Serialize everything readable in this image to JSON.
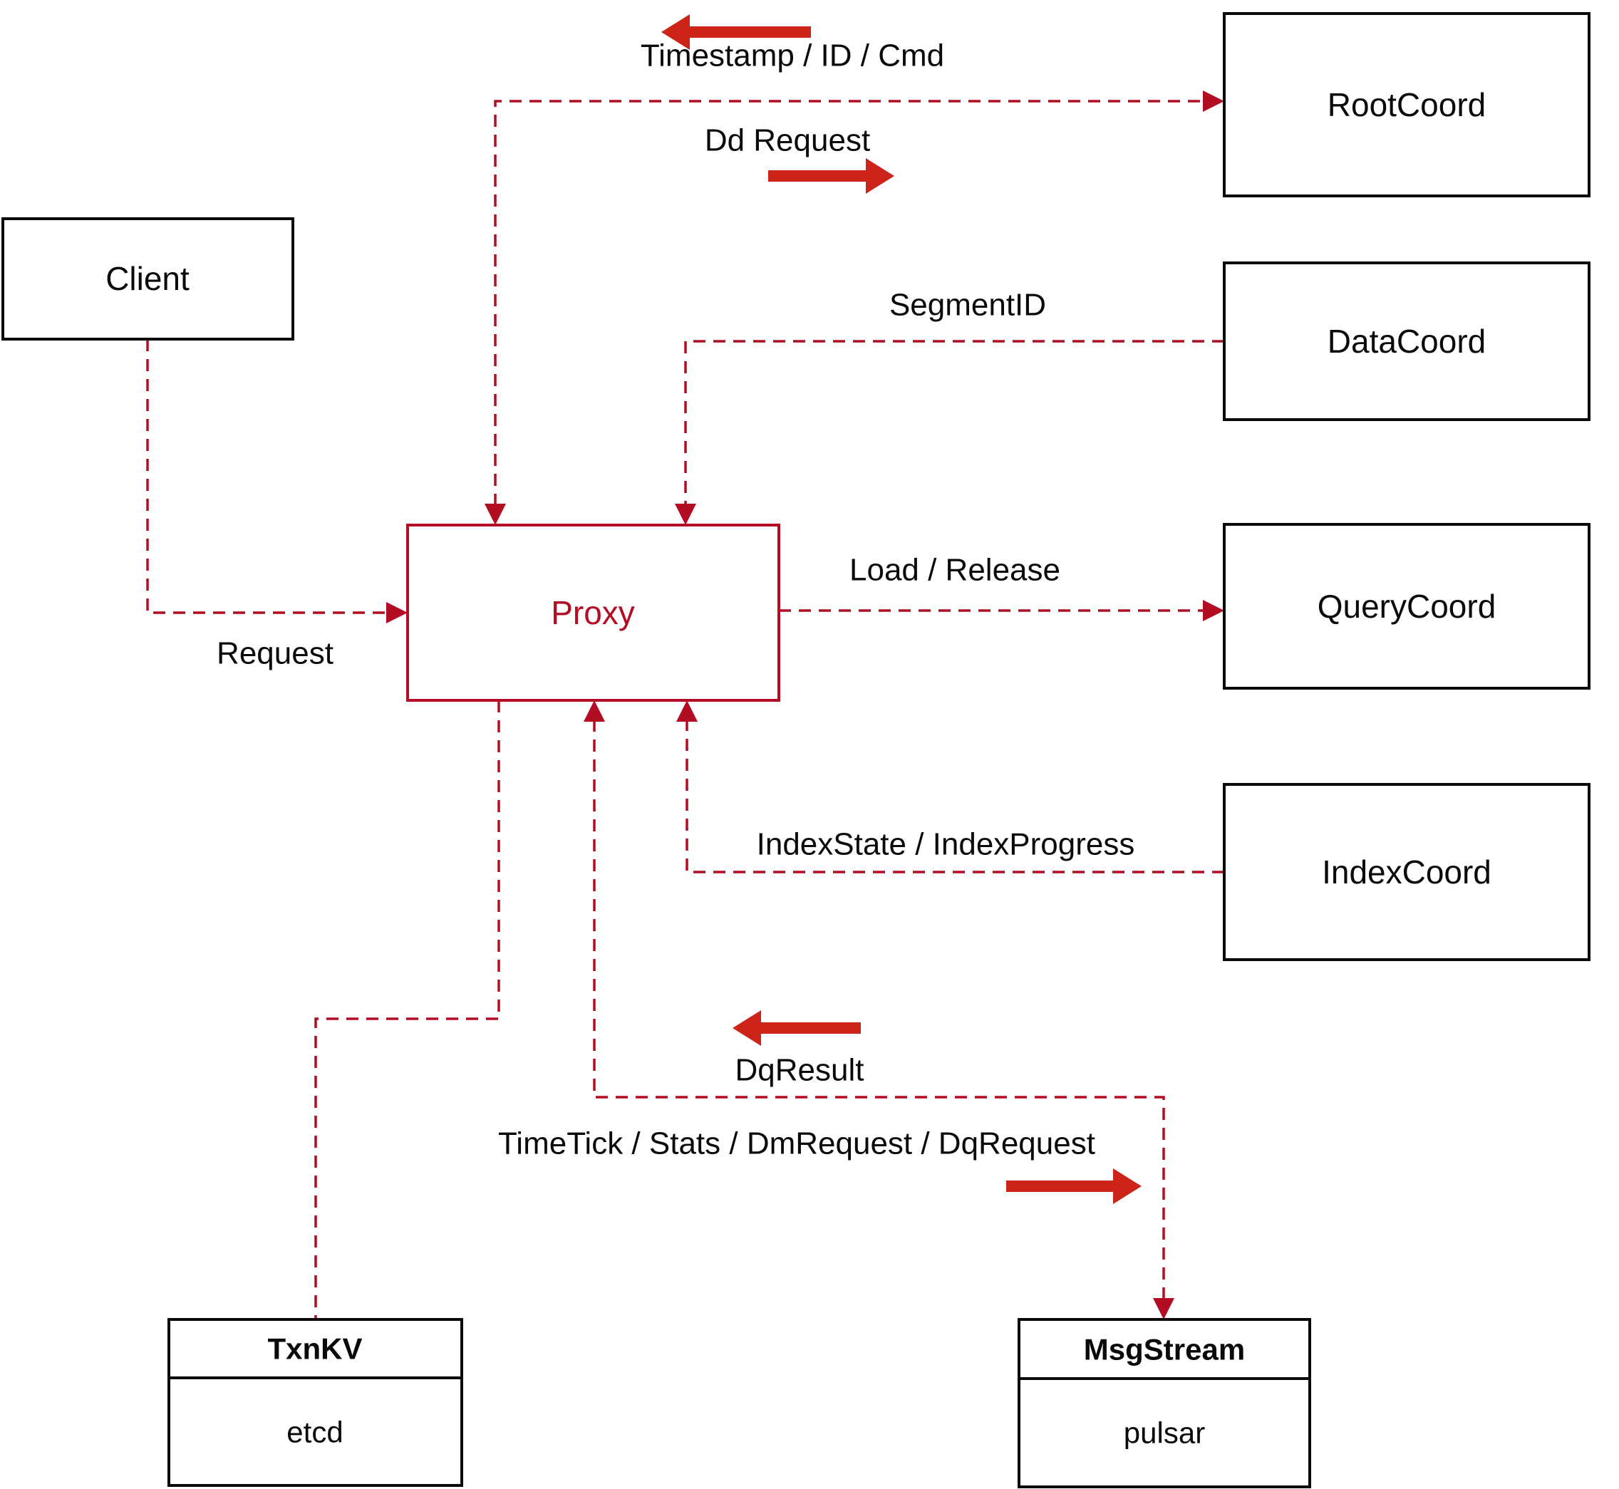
{
  "diagram": {
    "nodes": {
      "client": {
        "label": "Client"
      },
      "proxy": {
        "label": "Proxy"
      },
      "rootcoord": {
        "label": "RootCoord"
      },
      "datacoord": {
        "label": "DataCoord"
      },
      "querycoord": {
        "label": "QueryCoord"
      },
      "indexcoord": {
        "label": "IndexCoord"
      },
      "txnkv": {
        "title": "TxnKV",
        "subtitle": "etcd"
      },
      "msgstream": {
        "title": "MsgStream",
        "subtitle": "pulsar"
      }
    },
    "edge_labels": {
      "timestamp_id_cmd": "Timestamp / ID / Cmd",
      "dd_request": "Dd Request",
      "segment_id": "SegmentID",
      "load_release": "Load / Release",
      "index_state": "IndexState / IndexProgress",
      "request": "Request",
      "dq_result": "DqResult",
      "timetick": "TimeTick / Stats / DmRequest / DqRequest"
    },
    "colors": {
      "dashed_line": "#b30d23",
      "solid_arrow": "#cc2418",
      "node_border": "#0a0a0a",
      "text": "#0a0a0a",
      "background": "#ffffff"
    }
  }
}
